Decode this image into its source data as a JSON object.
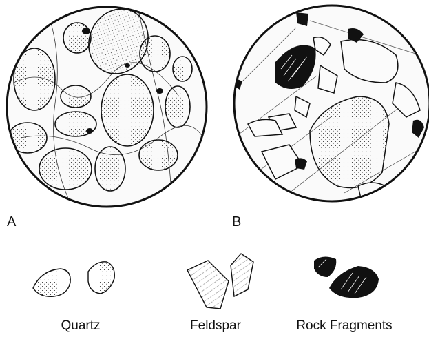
{
  "panels": [
    {
      "id": "A",
      "label": "A"
    },
    {
      "id": "B",
      "label": "B"
    }
  ],
  "legend": [
    {
      "id": "quartz",
      "label": "Quartz"
    },
    {
      "id": "feldspar",
      "label": "Feldspar"
    },
    {
      "id": "rock_fragments",
      "label": "Rock Fragments"
    }
  ],
  "colors": {
    "ink": "#111111",
    "paper": "#ffffff"
  },
  "icons": [
    "quartz-grain-icon",
    "feldspar-grain-icon",
    "rock-fragment-icon"
  ]
}
